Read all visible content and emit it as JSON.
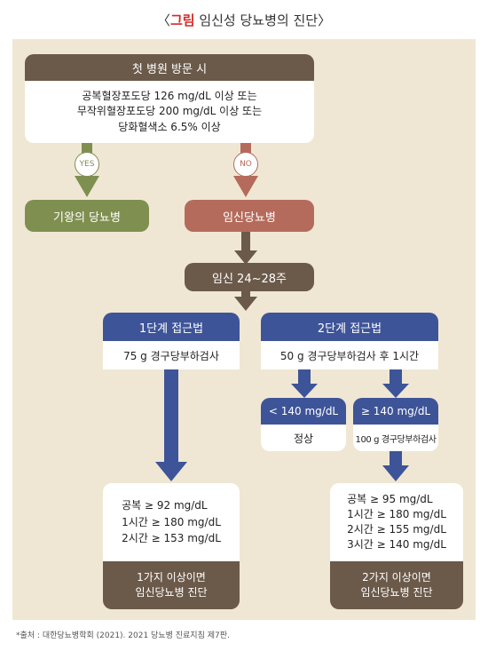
{
  "title": {
    "open": "〈",
    "accent": "그림",
    "text": " 임신성 당뇨병의 진단",
    "close": "〉"
  },
  "first_visit": {
    "header": "첫 병원 방문 시",
    "criteria": [
      "공복혈장포도당 126 mg/dL 이상 또는",
      "무작위혈장포도당 200 mg/dL 이상 또는",
      "당화혈색소 6.5% 이상"
    ]
  },
  "yes_label": "YES",
  "no_label": "NO",
  "existing_diabetes": "기왕의 당뇨병",
  "gestational_diabetes": "임신당뇨병",
  "gestation_period": "임신 24~28주",
  "one_step": {
    "header": "1단계 접근법",
    "test": "75 g 경구당부하검사",
    "criteria": [
      "공복 ≥ 92 mg/dL",
      "1시간 ≥ 180 mg/dL",
      "2시간 ≥ 153 mg/dL"
    ],
    "result": [
      "1가지 이상이면",
      "임신당뇨병 진단"
    ]
  },
  "two_step": {
    "header": "2단계 접근법",
    "test": "50 g 경구당부하검사 후 1시간",
    "low": {
      "label": "< 140 mg/dL",
      "result": "정상"
    },
    "high": {
      "label": "≥ 140 mg/dL",
      "next": "100 g 경구당부하검사"
    },
    "criteria": [
      "공복 ≥ 95 mg/dL",
      "1시간 ≥ 180 mg/dL",
      "2시간 ≥ 155 mg/dL",
      "3시간 ≥ 140 mg/dL"
    ],
    "result": [
      "2가지 이상이면",
      "임신당뇨병 진단"
    ]
  },
  "footnote": "*출처 : 대한당뇨병학회 (2021). 2021 당뇨병 진료지침 제7판.",
  "colors": {
    "panel": "#efe7d3",
    "dark": "#6b5a4a",
    "blue": "#3e5498",
    "green": "#7f8f50",
    "red": "#b56b5b",
    "accent": "#d22a2a"
  }
}
